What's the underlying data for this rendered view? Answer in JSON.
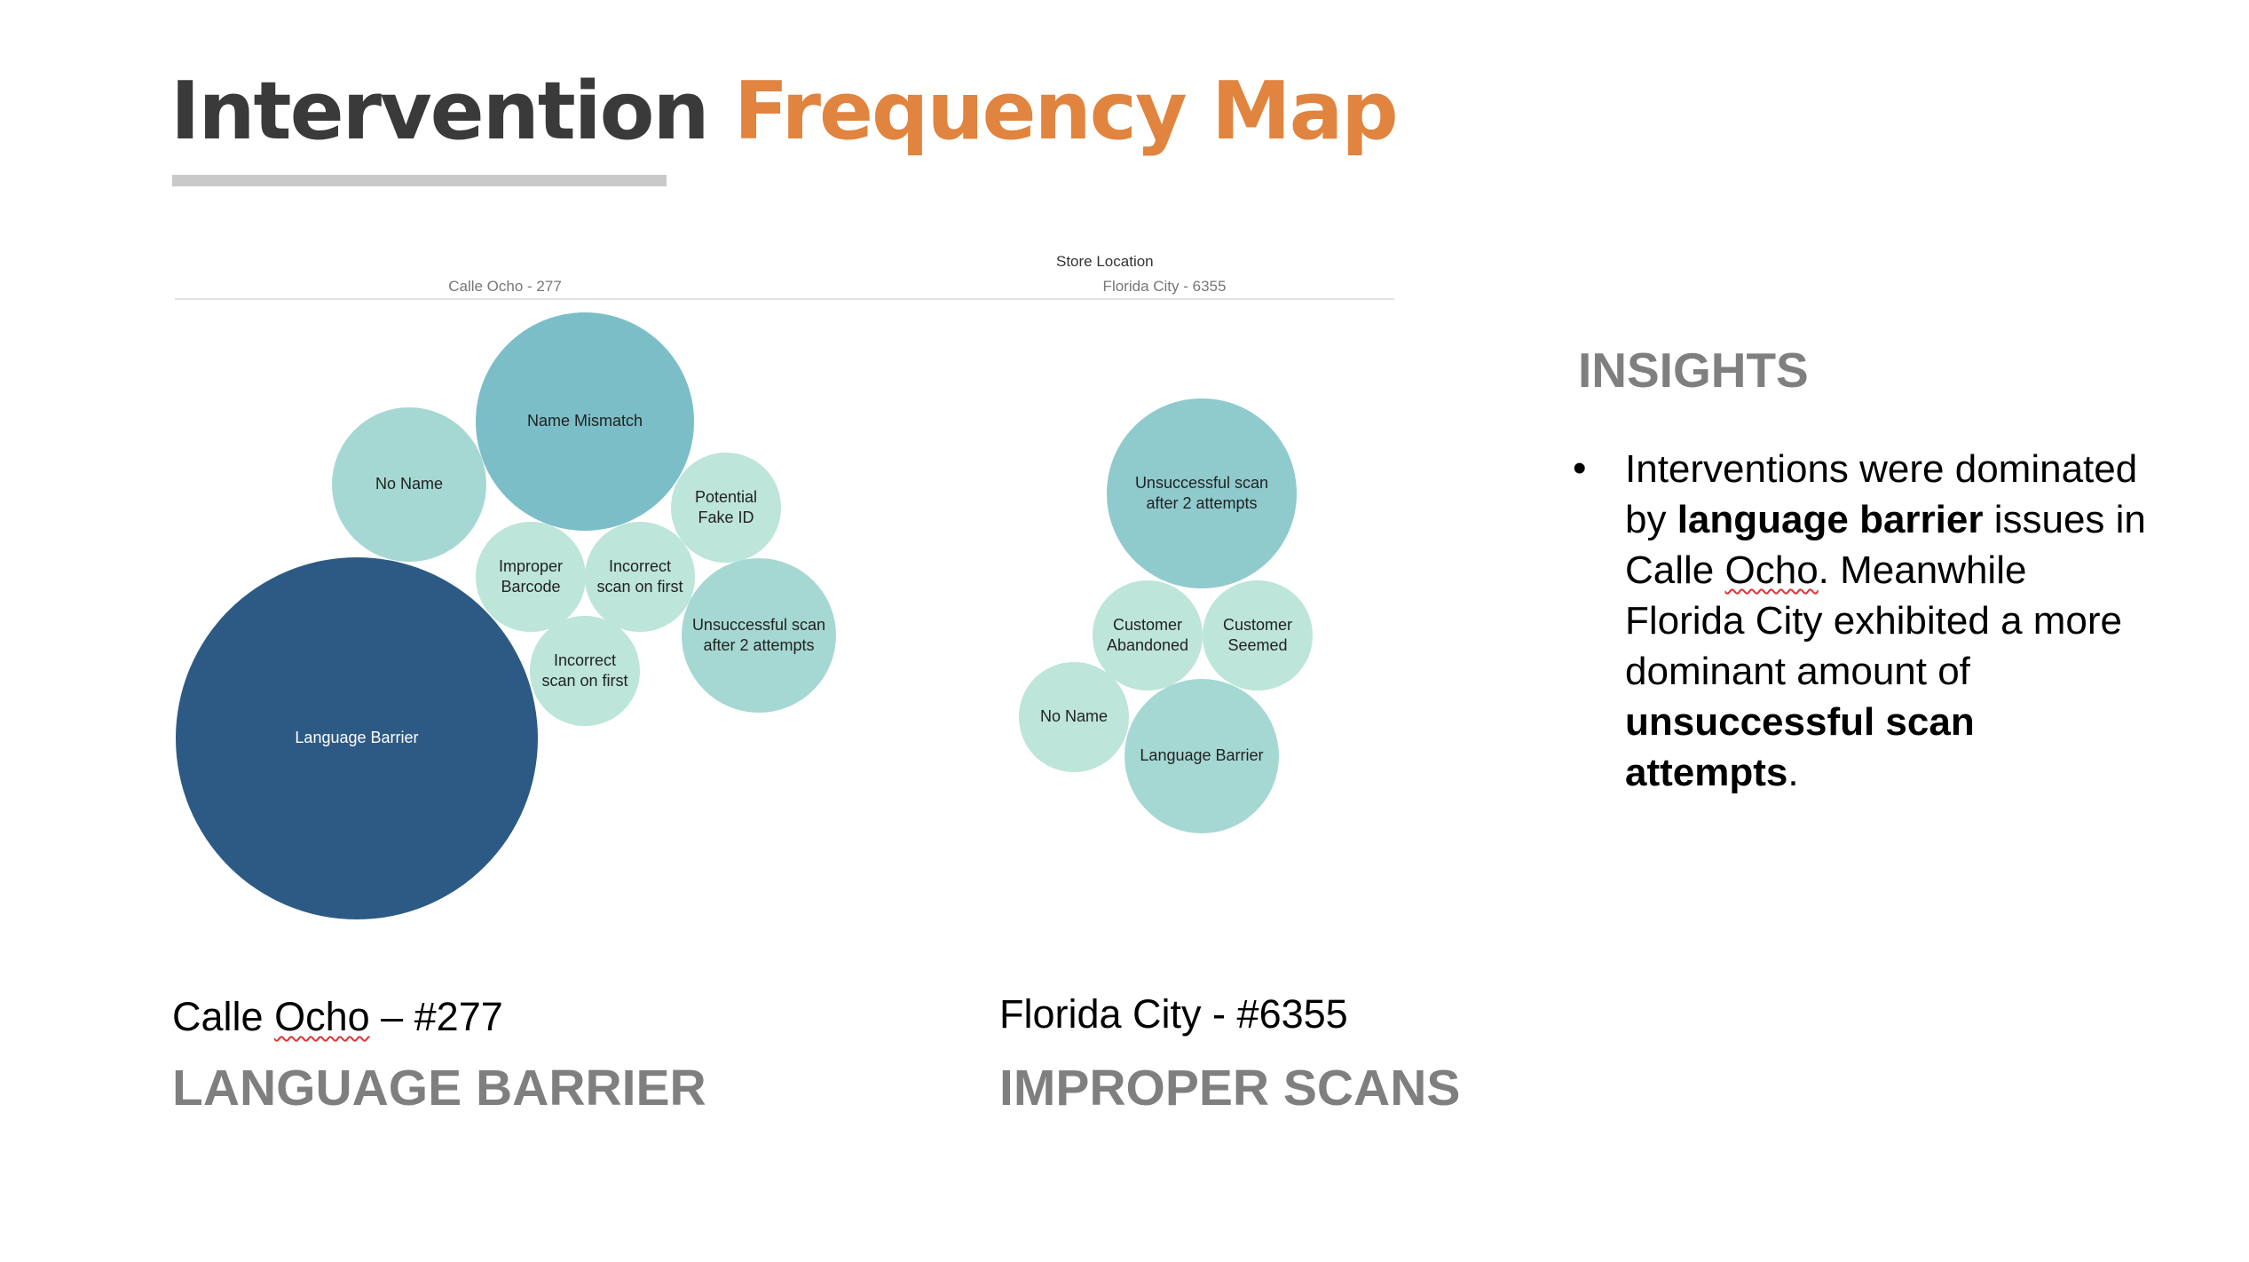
{
  "title": {
    "part1": "Intervention",
    "part2": "Frequency Map"
  },
  "chart_data": {
    "type": "bubble",
    "header": "Store Location",
    "columns": [
      {
        "name": "Calle Ocho - 277",
        "bubbles": [
          {
            "label": "Language Barrier",
            "value": 11,
            "color": "#2D5A85",
            "text_color": "#FFFFFF"
          },
          {
            "label": "Name Mismatch",
            "value": 4,
            "color": "#7BBEC8",
            "text_color": "#222222"
          },
          {
            "label": "No Name",
            "value": 2,
            "color": "#A5D8D3",
            "text_color": "#222222"
          },
          {
            "label": "Unsuccessful scan\nafter 2 attempts",
            "value": 2,
            "color": "#A5D8D3",
            "text_color": "#222222"
          },
          {
            "label": "Potential\nFake ID",
            "value": 1,
            "color": "#BDE5DA",
            "text_color": "#222222"
          },
          {
            "label": "Improper\nBarcode",
            "value": 1,
            "color": "#BDE5DA",
            "text_color": "#222222"
          },
          {
            "label": "Incorrect\nscan on first",
            "value": 1,
            "color": "#BDE5DA",
            "text_color": "#222222"
          },
          {
            "label": "Incorrect\nscan on first",
            "value": 1,
            "color": "#BDE5DA",
            "text_color": "#222222"
          }
        ]
      },
      {
        "name": "Florida City - 6355",
        "bubbles": [
          {
            "label": "Unsuccessful scan\nafter 2 attempts",
            "value": 3,
            "color": "#8FCACD",
            "text_color": "#222222"
          },
          {
            "label": "Language Barrier",
            "value": 2,
            "color": "#A5D8D3",
            "text_color": "#222222"
          },
          {
            "label": "Customer\nAbandoned",
            "value": 1,
            "color": "#BDE5DA",
            "text_color": "#222222"
          },
          {
            "label": "Customer\nSeemed",
            "value": 1,
            "color": "#BDE5DA",
            "text_color": "#222222"
          },
          {
            "label": "No Name",
            "value": 1,
            "color": "#BDE5DA",
            "text_color": "#222222"
          }
        ]
      }
    ]
  },
  "stores": [
    {
      "name_pre": "Calle ",
      "name_misspelled": "Ocho",
      "name_post": " – #277",
      "theme": "LANGUAGE BARRIER"
    },
    {
      "name_pre": "Florida City - #6355",
      "name_misspelled": "",
      "name_post": "",
      "theme": "IMPROPER SCANS"
    }
  ],
  "insights": {
    "title": "INSIGHTS",
    "bullet": "•",
    "segments": [
      {
        "text": "Interventions were dominated by ",
        "bold": false
      },
      {
        "text": "language barrier",
        "bold": true
      },
      {
        "text": " issues in Calle ",
        "bold": false
      },
      {
        "text": "Ocho",
        "bold": false,
        "misspelled": true
      },
      {
        "text": ". Meanwhile Florida City exhibited a more dominant amount of ",
        "bold": false
      },
      {
        "text": "unsuccessful scan attempts",
        "bold": true
      },
      {
        "text": ".",
        "bold": false
      }
    ]
  }
}
